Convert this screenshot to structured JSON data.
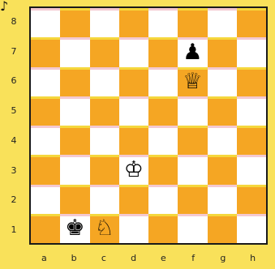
{
  "corner_glyph": "♪",
  "ranks": [
    "8",
    "7",
    "6",
    "5",
    "4",
    "3",
    "2",
    "1"
  ],
  "files": [
    "a",
    "b",
    "c",
    "d",
    "e",
    "f",
    "g",
    "h"
  ],
  "pieces": [
    {
      "square": "f7",
      "name": "black-pawn",
      "glyph": "♟"
    },
    {
      "square": "f6",
      "name": "white-queen",
      "glyph": "♕"
    },
    {
      "square": "d3",
      "name": "white-king",
      "glyph": "♔"
    },
    {
      "square": "b1",
      "name": "black-king",
      "glyph": "♚"
    },
    {
      "square": "c1",
      "name": "white-knight",
      "glyph": "♘"
    }
  ],
  "colors": {
    "background": "#f9e15a",
    "light_square": "#ffffff",
    "dark_square": "#f5a623",
    "border": "#1a1a1a"
  }
}
